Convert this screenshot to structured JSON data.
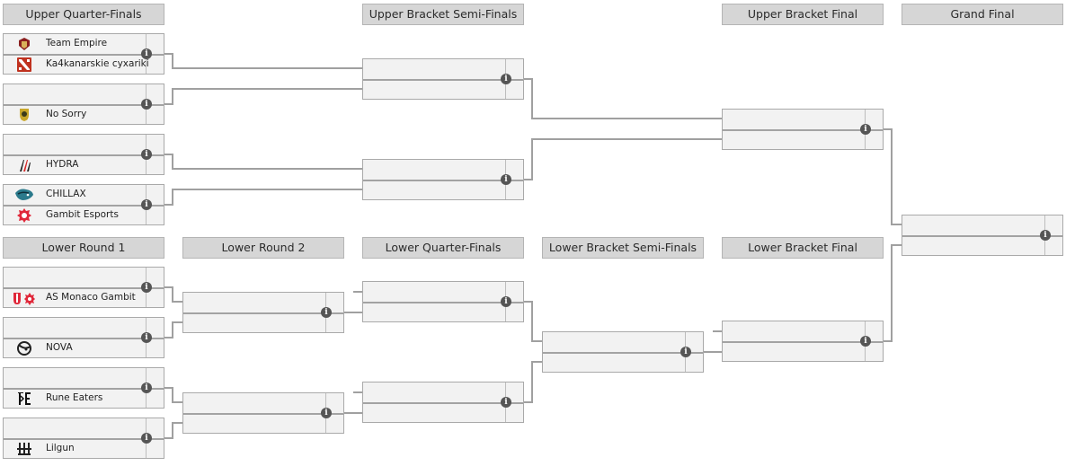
{
  "headers": {
    "upper_quarter_finals": "Upper Quarter-Finals",
    "upper_bracket_semi_finals": "Upper Bracket Semi-Finals",
    "upper_bracket_final": "Upper Bracket Final",
    "grand_final": "Grand Final",
    "lower_round_1": "Lower Round 1",
    "lower_round_2": "Lower Round 2",
    "lower_quarter_finals": "Lower Quarter-Finals",
    "lower_bracket_semi_finals": "Lower Bracket Semi-Finals",
    "lower_bracket_final": "Lower Bracket Final"
  },
  "info_icon_glyph": "i",
  "teams": {
    "team_empire": "Team Empire",
    "ka4kanarskie": "Ka4kanarskie cyxariki",
    "no_sorry": "No Sorry",
    "hydra": "HYDRA",
    "chillax": "CHILLAX",
    "gambit_esports": "Gambit Esports",
    "as_monaco_gambit": "AS Monaco Gambit",
    "nova": "NOVA",
    "rune_eaters": "Rune Eaters",
    "lilgun": "Lilgun"
  },
  "logo_icons": {
    "team_empire": "team-empire-logo-icon",
    "ka4kanarskie": "dota2-logo-icon",
    "no_sorry": "no-sorry-logo-icon",
    "hydra": "hydra-logo-icon",
    "chillax": "chillax-logo-icon",
    "gambit_esports": "gambit-logo-icon",
    "as_monaco_gambit": "as-monaco-gambit-logo-icon",
    "nova": "nova-logo-icon",
    "rune_eaters": "rune-eaters-logo-icon",
    "lilgun": "lilgun-logo-icon"
  },
  "colors": {
    "header_bg": "#d6d6d6",
    "match_bg": "#f2f2f2",
    "line": "#a0a0a0",
    "info_icon": "#555555",
    "gambit_red": "#e0283a",
    "dota_red": "#c0321f"
  }
}
